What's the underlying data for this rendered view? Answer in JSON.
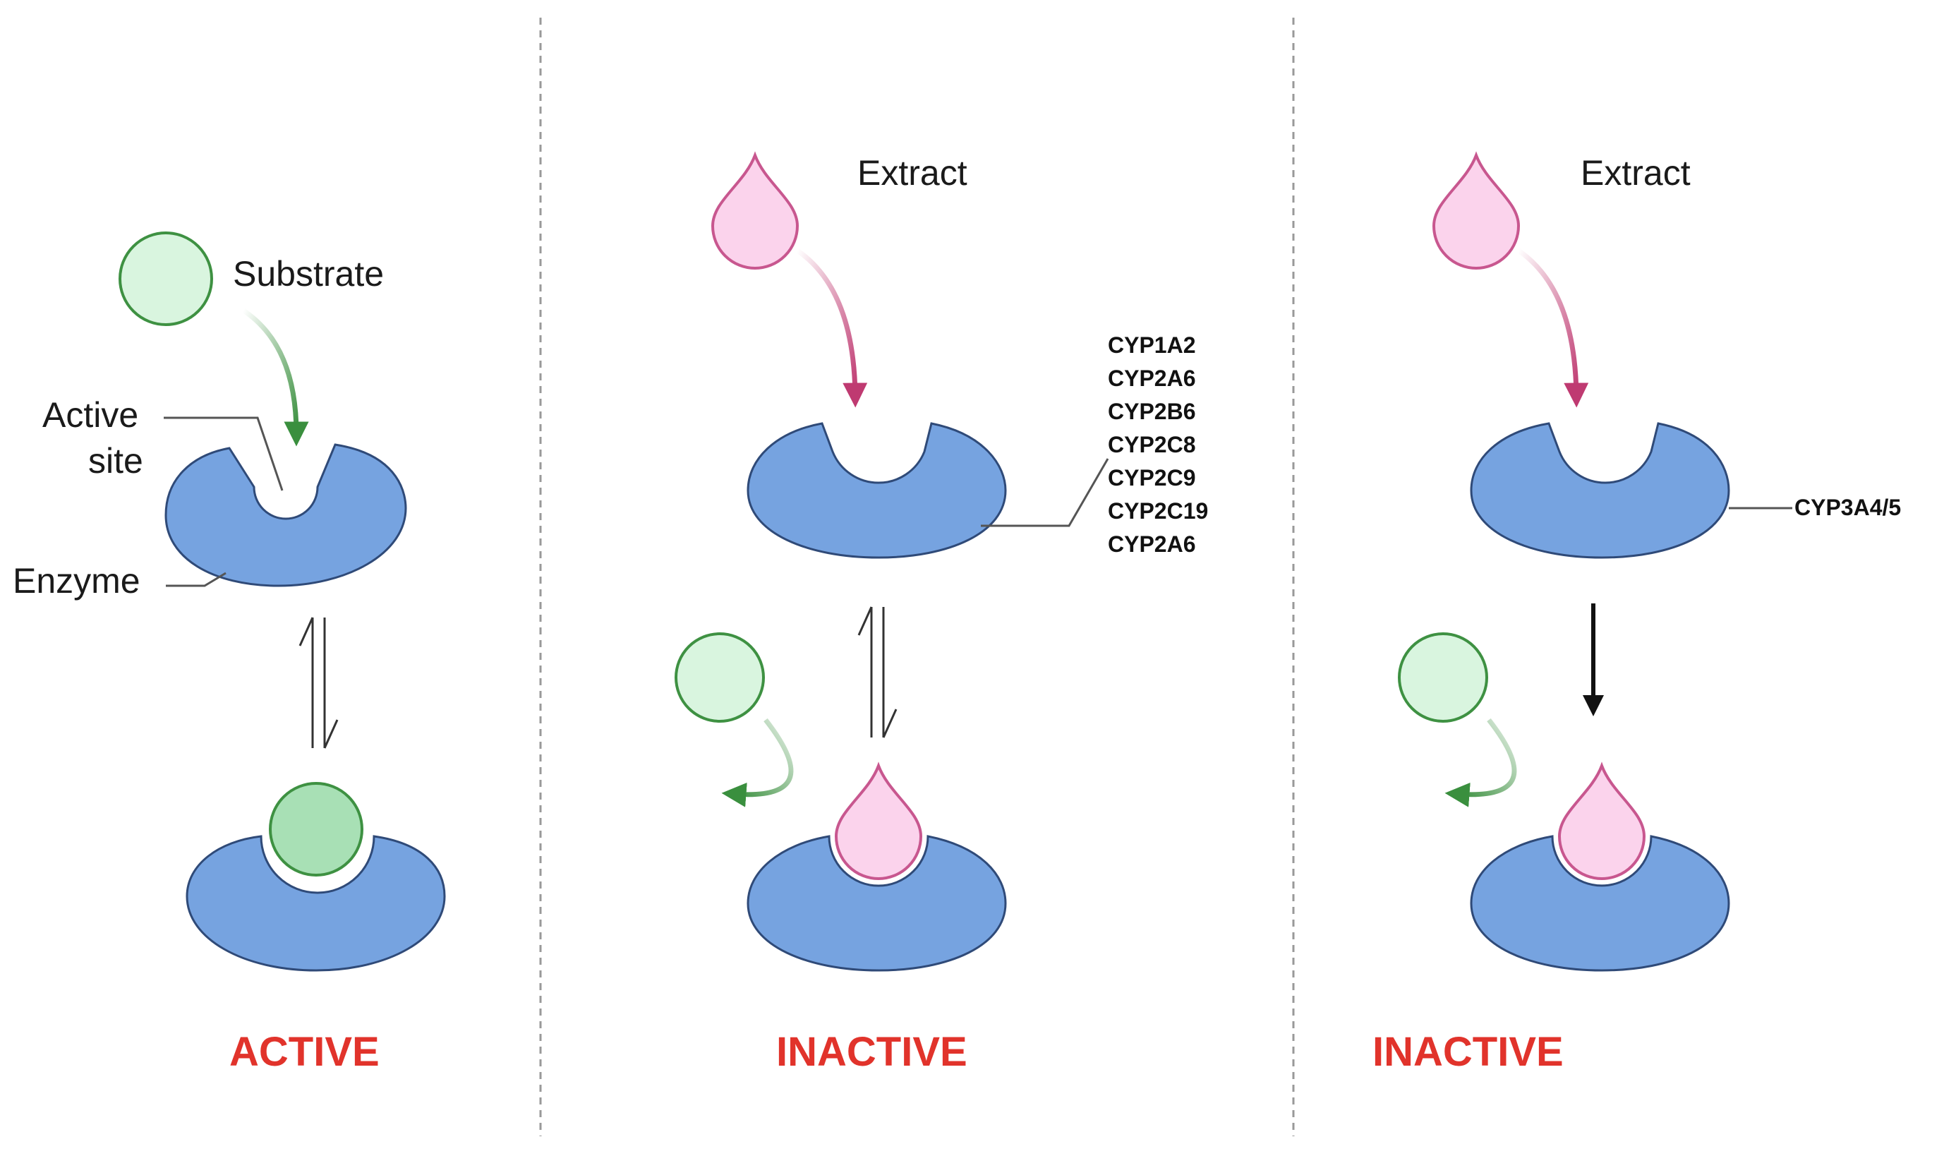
{
  "panels": {
    "left": {
      "substrate_label": "Substrate",
      "active_site_line1": "Active",
      "active_site_line2": "site",
      "enzyme_label": "Enzyme",
      "state_label": "ACTIVE"
    },
    "middle": {
      "extract_label": "Extract",
      "cyp_list": [
        "CYP1A2",
        "CYP2A6",
        "CYP2B6",
        "CYP2C8",
        "CYP2C9",
        "CYP2C19",
        "CYP2A6"
      ],
      "state_label": "INACTIVE"
    },
    "right": {
      "extract_label": "Extract",
      "cyp_label": "CYP3A4/5",
      "state_label": "INACTIVE"
    }
  },
  "colors": {
    "enzyme_fill": "#76a3e0",
    "enzyme_stroke": "#2f4a78",
    "substrate_fill": "#d9f5df",
    "substrate_bound_fill": "#a8e0b5",
    "substrate_stroke": "#3e9142",
    "extract_fill": "#fbd3ec",
    "extract_stroke": "#c8578f",
    "green_arrow": "#3a8f3e",
    "magenta_arrow": "#bf3a71",
    "state_red": "#e1332b",
    "divider": "#999999"
  }
}
